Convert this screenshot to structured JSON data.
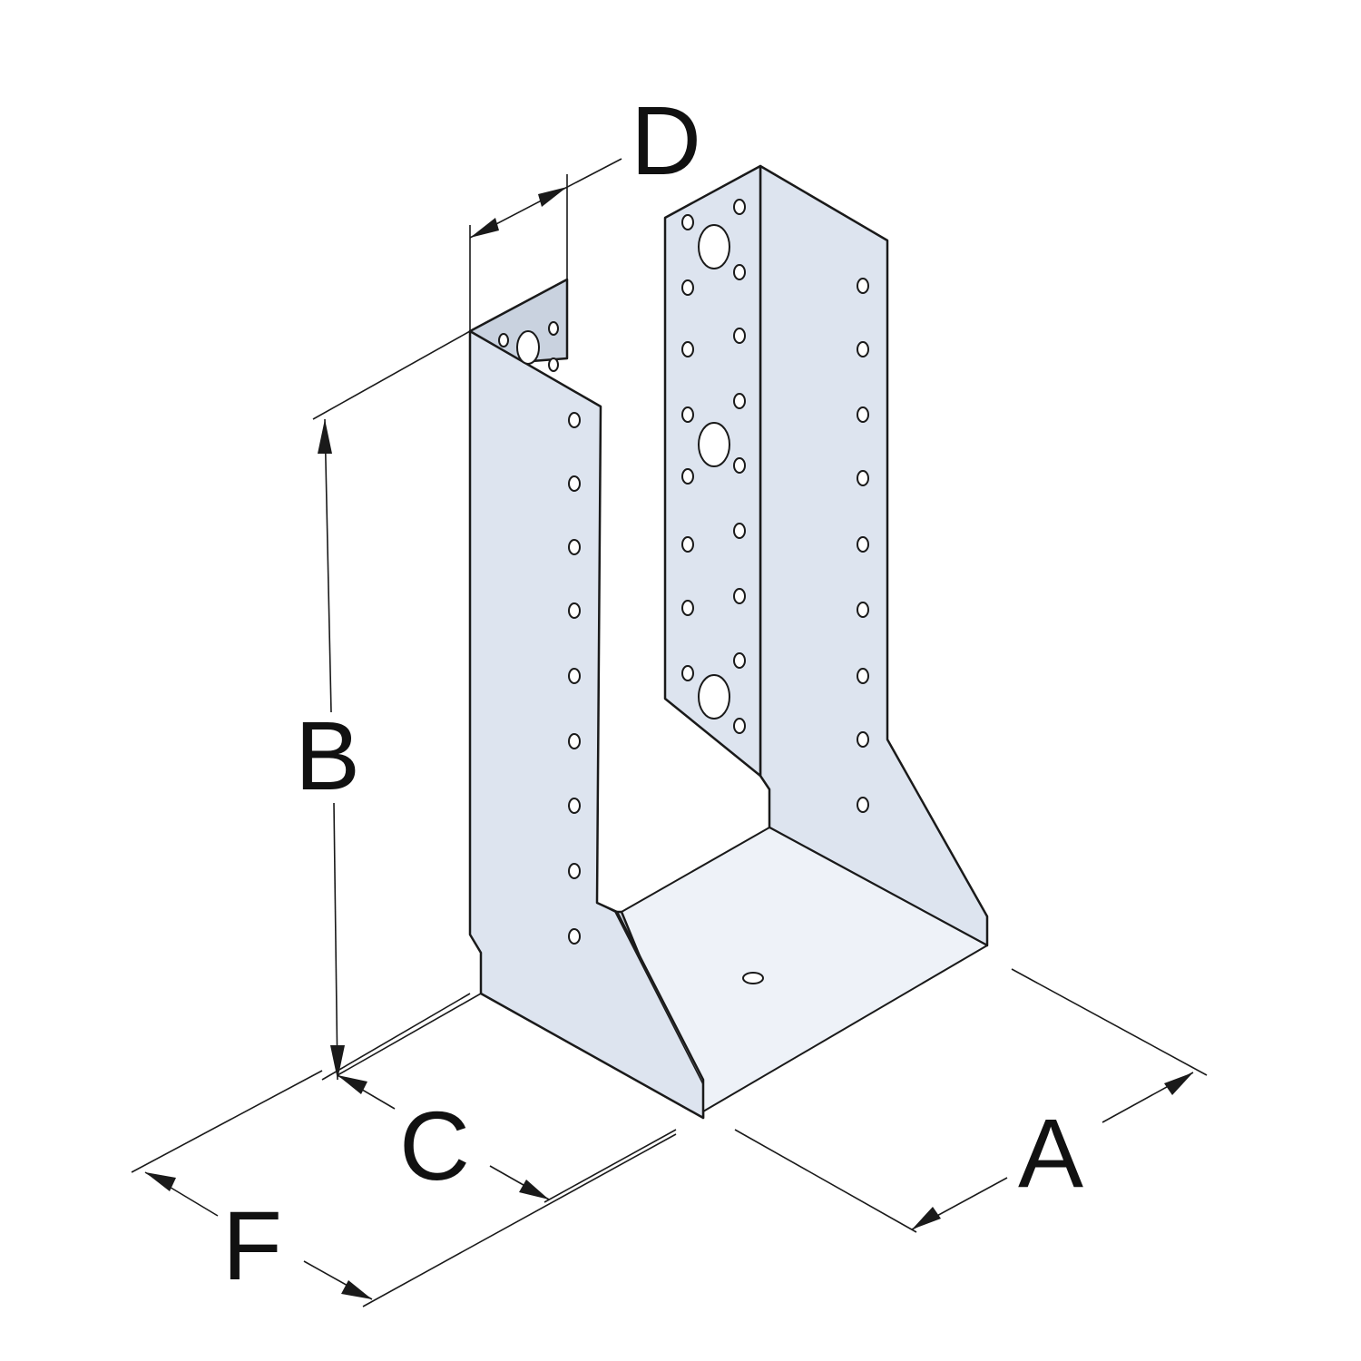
{
  "diagram": {
    "labels": {
      "A": "A",
      "B": "B",
      "C": "C",
      "D": "D",
      "F": "F"
    },
    "colors": {
      "metal": "#dde4ef",
      "outline": "#1a1a1a",
      "background": "#ffffff"
    }
  }
}
